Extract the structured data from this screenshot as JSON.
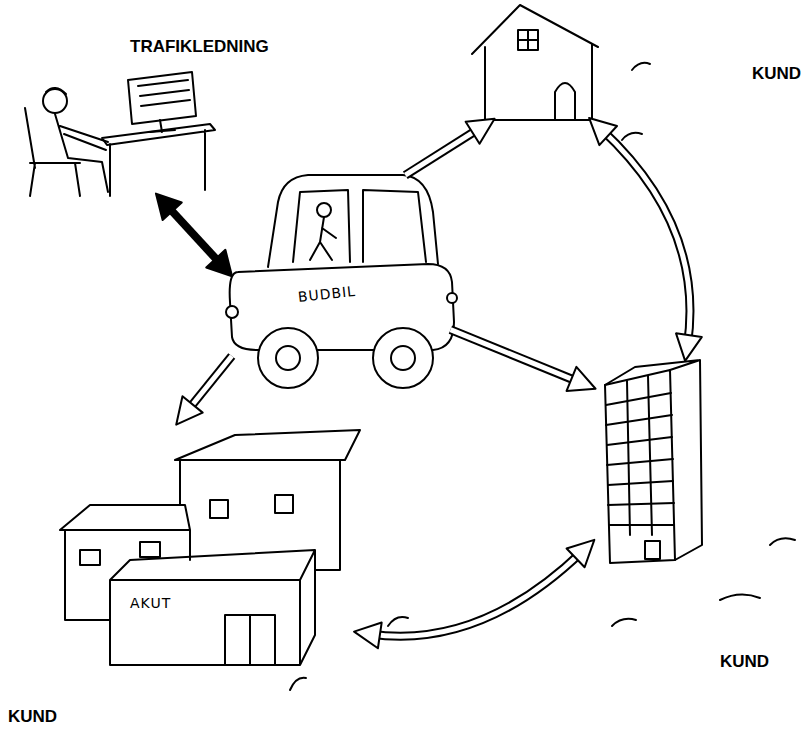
{
  "diagram": {
    "nodes": [
      {
        "text": [
          "TRAFIKLEDNING"
        ]
      },
      {
        "text": [
          "KUND"
        ]
      },
      {
        "text": [
          "BUDBIL"
        ]
      },
      {
        "text": [
          "KUND"
        ]
      },
      {
        "text": [
          "AKUT",
          "KUND"
        ]
      }
    ],
    "edges": [
      {
        "from": 2,
        "to": 0,
        "arrow": "both"
      },
      {
        "from": 2,
        "to": 1,
        "arrow": "to"
      },
      {
        "from": 1,
        "to": 3,
        "arrow": "both"
      },
      {
        "from": 2,
        "to": 3,
        "arrow": "to"
      },
      {
        "from": 2,
        "to": 4,
        "arrow": "to"
      },
      {
        "from": 4,
        "to": 3,
        "arrow": "both"
      }
    ]
  }
}
